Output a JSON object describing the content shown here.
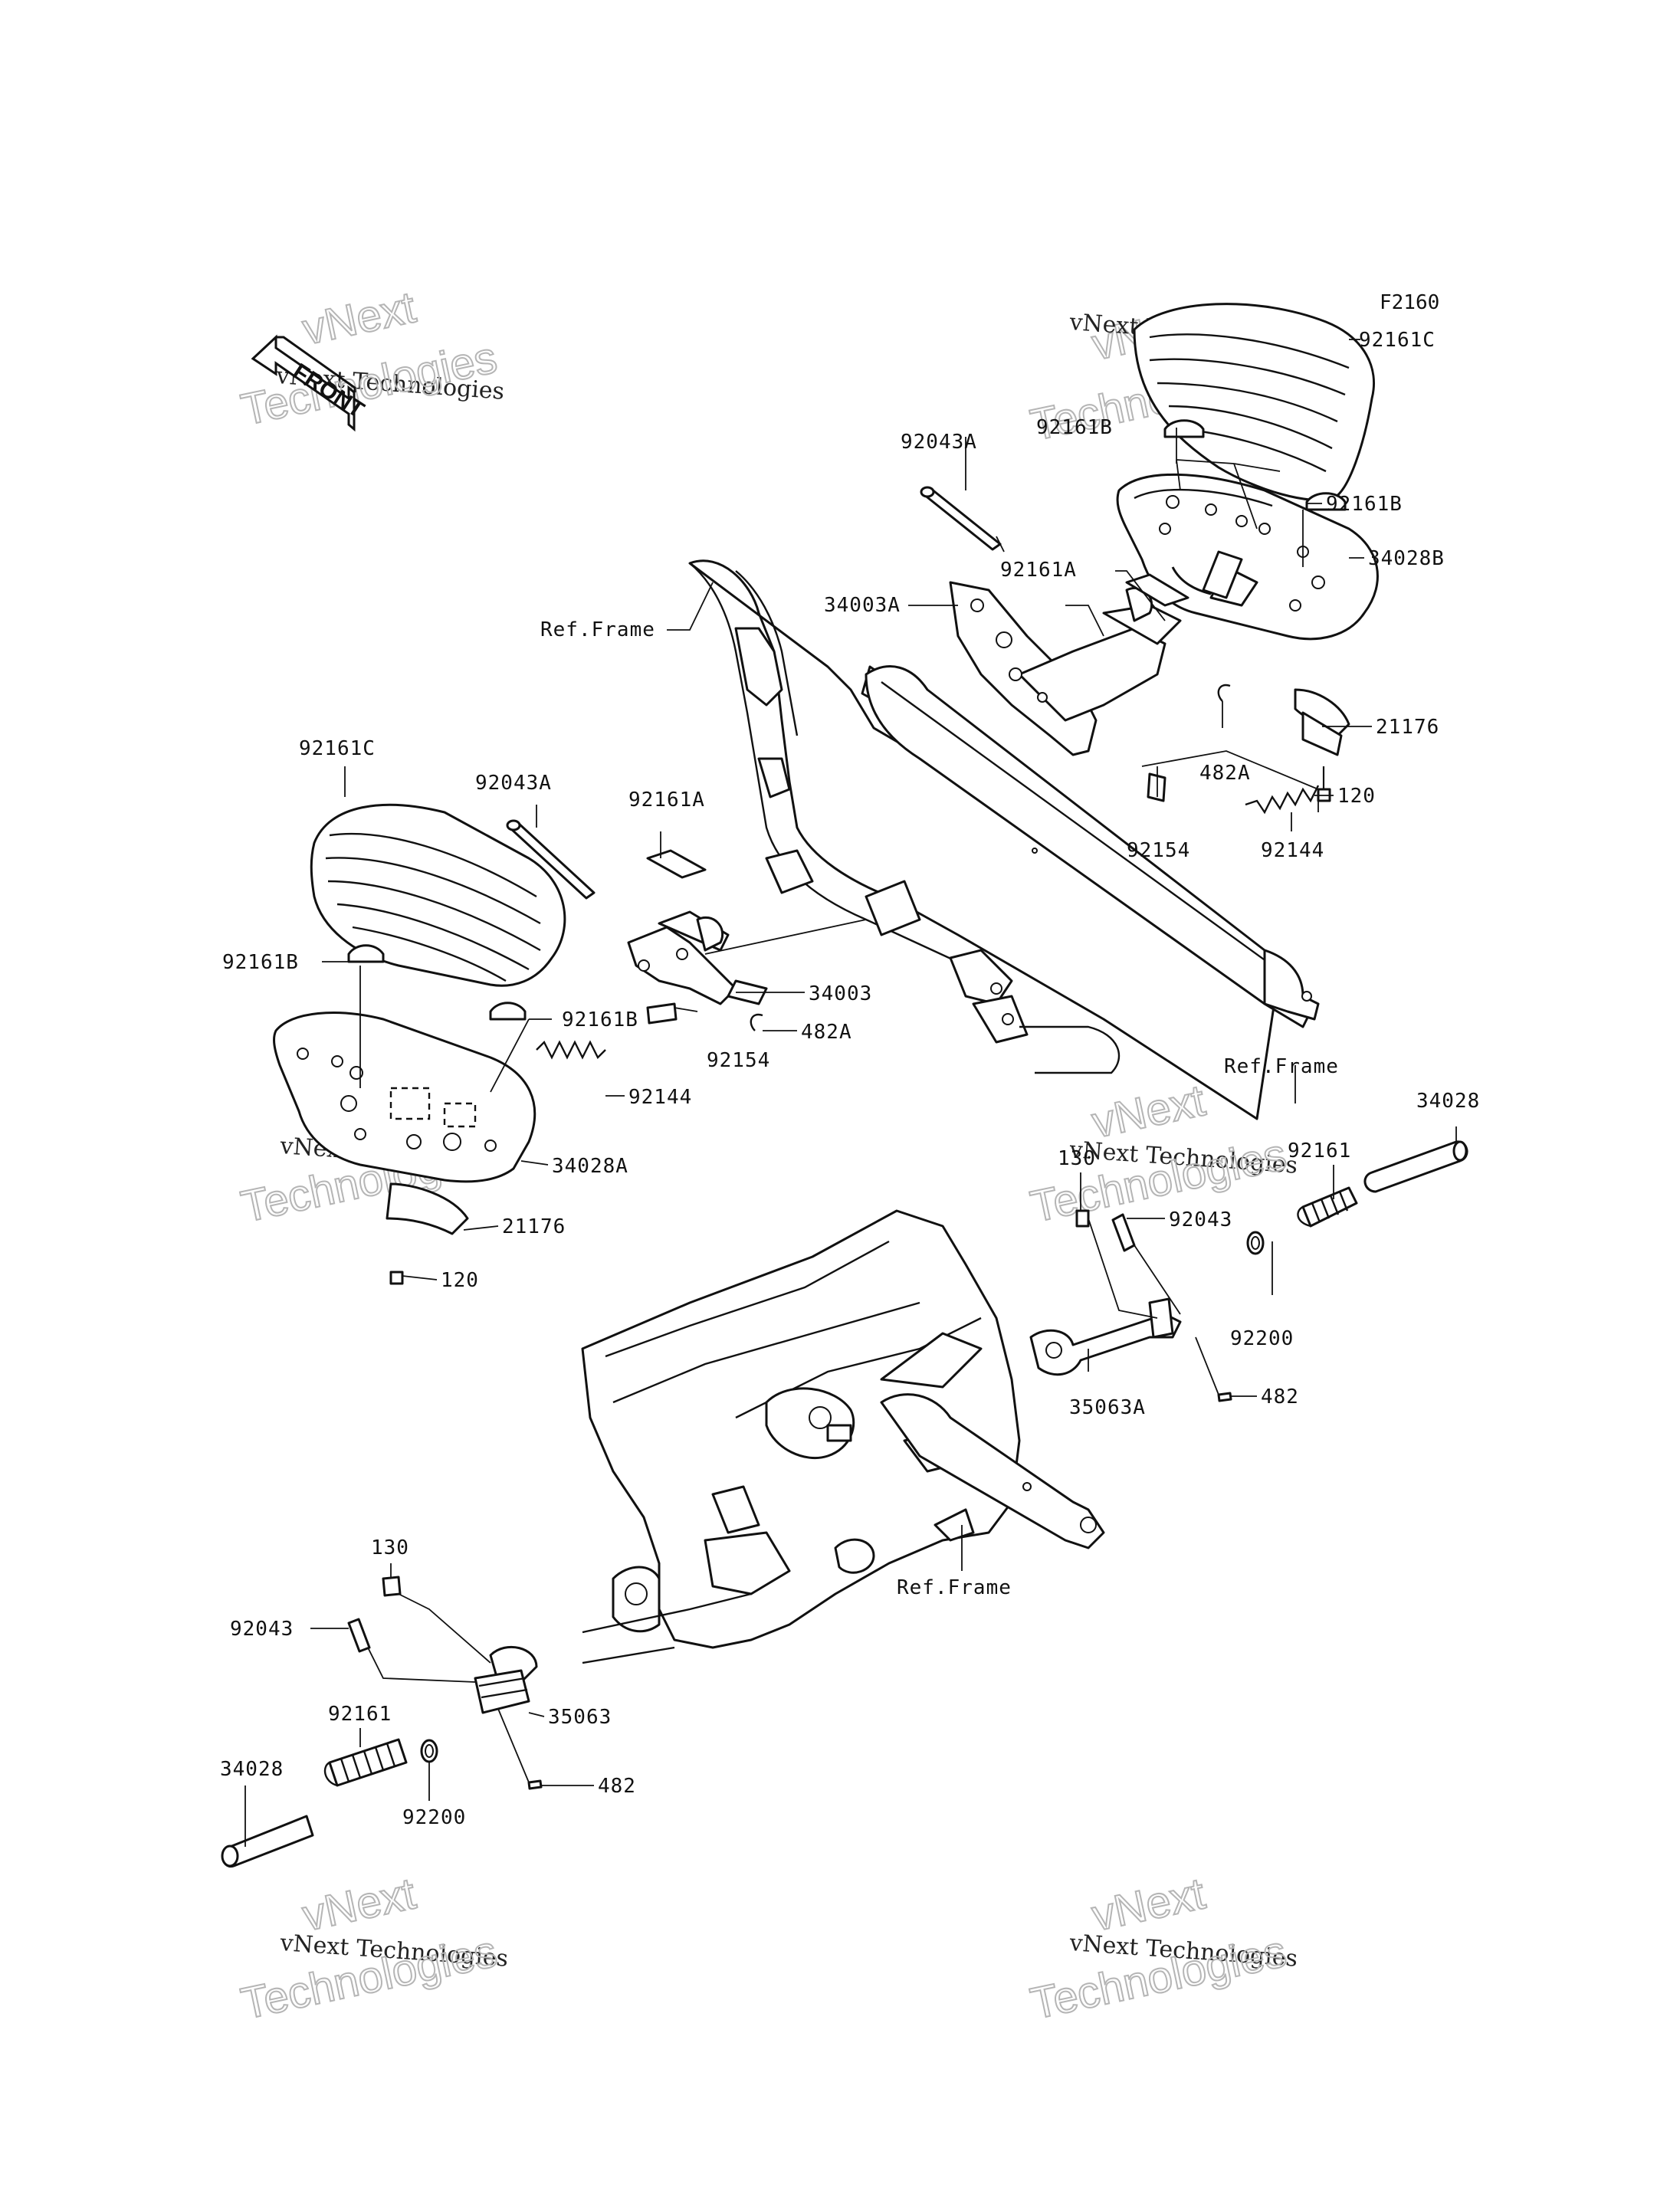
{
  "figure_code": "F2160",
  "front_arrow_label": "FRONT",
  "watermark": {
    "line1": "vNext",
    "line2": "vNext Technologies",
    "line3": "Technologies"
  },
  "labels": {
    "p92161C_r": "92161C",
    "p92161B_r1": "92161B",
    "p92043A_r": "92043A",
    "p92161B_r2": "92161B",
    "p34028B": "34028B",
    "p92161A_r": "92161A",
    "p34003A": "34003A",
    "ref_frame_1": "Ref.Frame",
    "p21176_r": "21176",
    "p482A_r": "482A",
    "p120_r": "120",
    "p92154_r": "92154",
    "p92144_r": "92144",
    "p92161C_l": "92161C",
    "p92043A_l": "92043A",
    "p92161A_l": "92161A",
    "p92161B_l1": "92161B",
    "p34003": "34003",
    "p92161B_l2": "92161B",
    "p482A_l": "482A",
    "p92154_l": "92154",
    "ref_frame_2": "Ref.Frame",
    "p92144_l": "92144",
    "p34028A": "34028A",
    "p21176_l": "21176",
    "p120_l": "120",
    "p130_r": "130",
    "p92161_r": "92161",
    "p34028_r": "34028",
    "p92043_r": "92043",
    "p92200_r": "92200",
    "p35063A": "35063A",
    "p482_r": "482",
    "ref_frame_3": "Ref.Frame",
    "p130_l": "130",
    "p92043_l": "92043",
    "p92161_l": "92161",
    "p35063": "35063",
    "p34028_l": "34028",
    "p482_l": "482",
    "p92200_l": "92200"
  }
}
